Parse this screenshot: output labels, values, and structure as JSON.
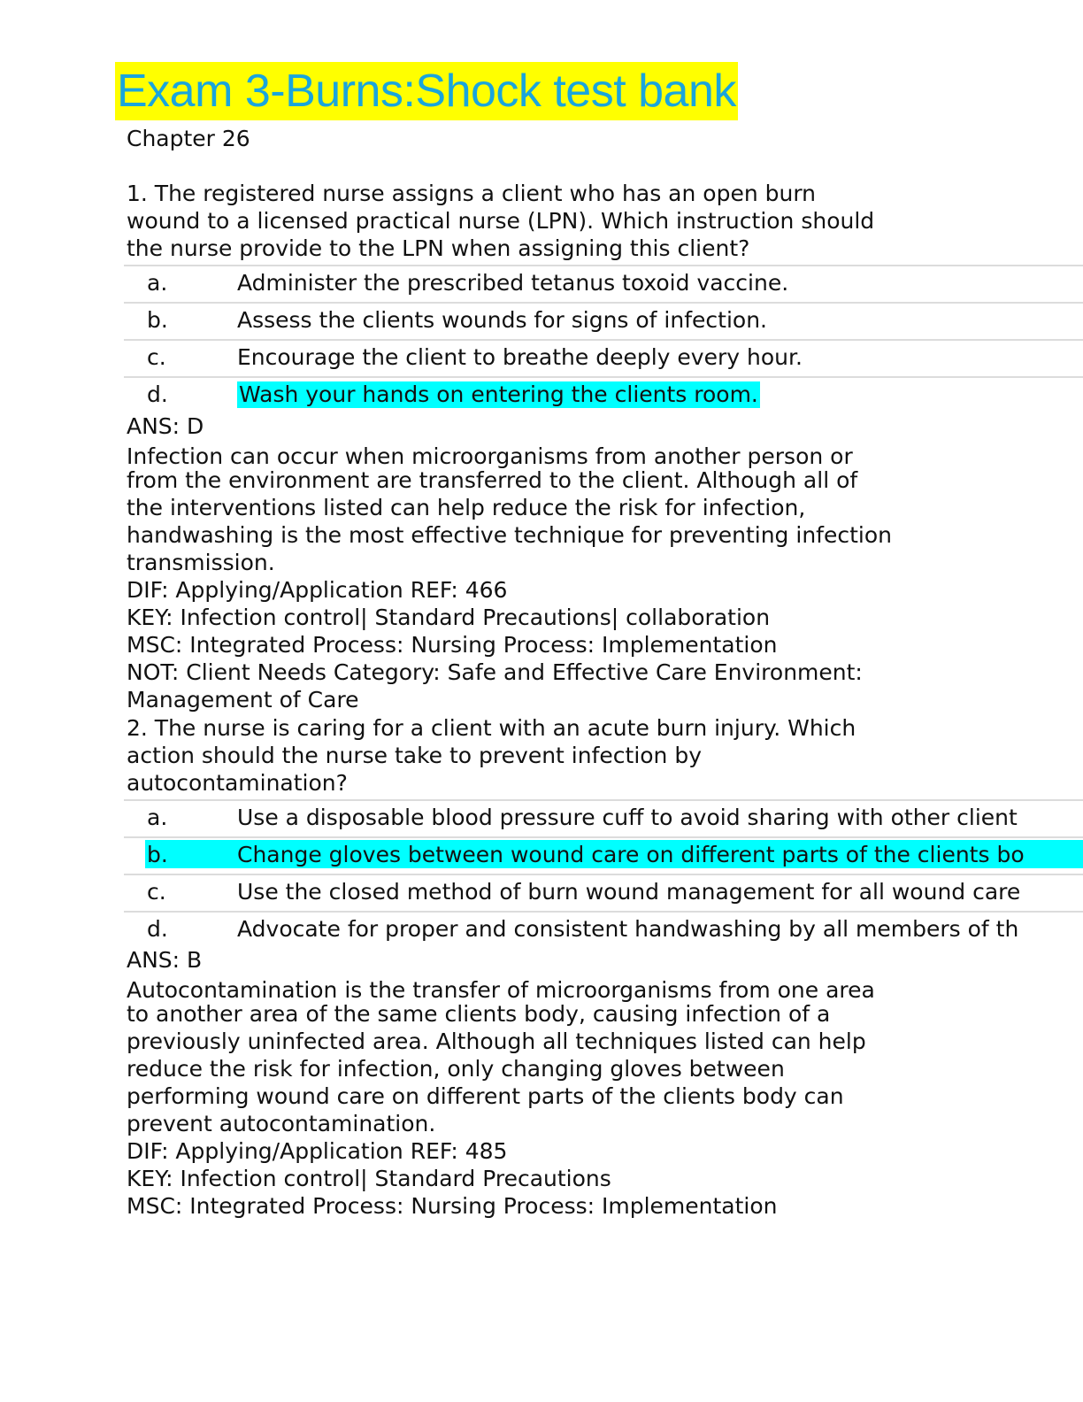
{
  "doc": {
    "title": "Exam 3-Burns:Shock test bank",
    "chapter": "Chapter 26"
  },
  "q1": {
    "stem": [
      "1. The registered nurse assigns a client who has an open burn",
      "wound to a licensed practical nurse (LPN). Which instruction should",
      "the nurse provide to the LPN when assigning this client?"
    ],
    "options": [
      {
        "letter": "a.",
        "text": "Administer the prescribed tetanus toxoid vaccine."
      },
      {
        "letter": "b.",
        "text": "Assess the clients wounds for signs of infection."
      },
      {
        "letter": "c.",
        "text": "Encourage the client to breathe deeply every hour."
      },
      {
        "letter": "d.",
        "text": "Wash your hands on entering the clients room."
      }
    ],
    "highlighted_option": "d",
    "answer": "ANS: D",
    "rationale": [
      "Infection can occur when microorganisms from another person or",
      "from the environment are transferred to the client. Although all of",
      "the interventions listed can help reduce the risk for infection,",
      "handwashing is the most effective technique for preventing infection",
      "transmission."
    ],
    "meta": [
      "DIF: Applying/Application REF: 466",
      "KEY: Infection control| Standard Precautions| collaboration",
      "MSC: Integrated Process: Nursing Process: Implementation",
      "NOT: Client Needs Category: Safe and Effective Care Environment:",
      "Management of Care"
    ]
  },
  "q2": {
    "stem": [
      "2. The nurse is caring for a client with an acute burn injury. Which",
      "action should the nurse take to prevent infection by",
      "autocontamination?"
    ],
    "options": [
      {
        "letter": "a.",
        "text": "Use a disposable blood pressure cuff to avoid sharing with other client"
      },
      {
        "letter": "b.",
        "text": "Change gloves between wound care on different parts of the clients bo"
      },
      {
        "letter": "c.",
        "text": "Use the closed method of burn wound management for all wound care"
      },
      {
        "letter": "d.",
        "text": "Advocate for proper and consistent handwashing by all members of th"
      }
    ],
    "highlighted_option": "b",
    "answer": "ANS: B",
    "rationale": [
      "Autocontamination is the transfer of microorganisms from one area",
      "to another area of the same clients body, causing infection of a",
      "previously uninfected area. Although all techniques listed can help",
      "reduce the risk for infection, only changing gloves between",
      "performing wound care on different parts of the clients body can",
      "prevent autocontamination."
    ],
    "meta": [
      "DIF: Applying/Application REF: 485",
      "KEY: Infection control| Standard Precautions",
      "MSC: Integrated Process: Nursing Process: Implementation"
    ]
  },
  "colors": {
    "title_bg": "#ffff00",
    "title_text": "#1aa5dc",
    "answer_highlight": "#00ffff",
    "rule_line": "#dcdcdc"
  }
}
